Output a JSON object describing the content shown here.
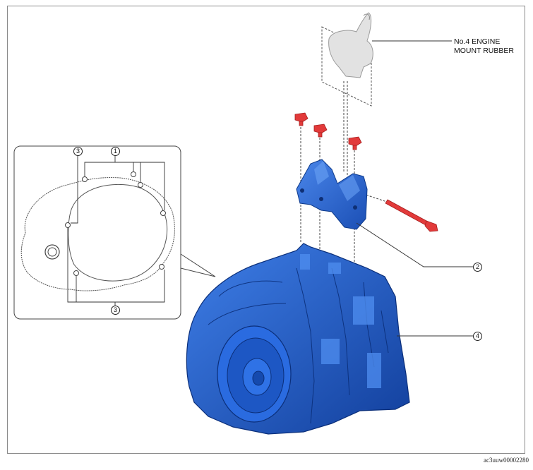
{
  "labels": {
    "mount_rubber_line1": "No.4 ENGINE",
    "mount_rubber_line2": "MOUNT RUBBER"
  },
  "callouts": {
    "c1": "1",
    "c2": "2",
    "c3_top": "3",
    "c3_bottom": "3",
    "c4": "4"
  },
  "figure_code": "ac3uuw00002280",
  "colors": {
    "transmission": "#1f5fd1",
    "bracket": "#2a63c9",
    "bolt": "#e23a3a",
    "rubber": "#dcdcdc",
    "outline": "#555555"
  }
}
